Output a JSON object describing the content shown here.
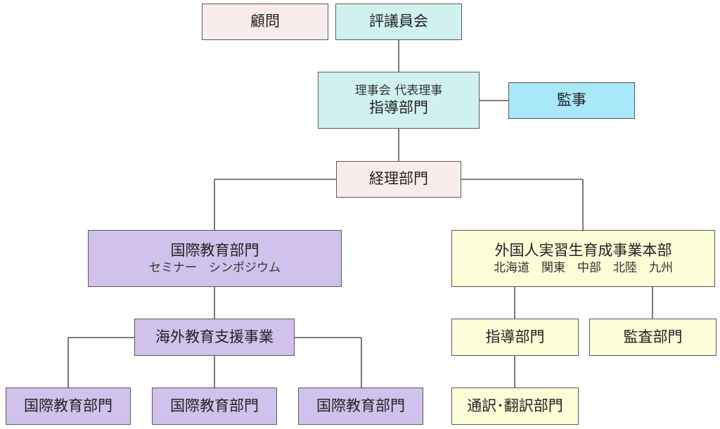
{
  "colors": {
    "pink": "#f9ecec",
    "teal": "#d1f1f1",
    "cyan": "#a8e8f8",
    "purple": "#d0c2ec",
    "cream": "#fdfdd8",
    "line": "#333333"
  },
  "nodes": {
    "advisor": "顧問",
    "council": "評議員会",
    "board_sub": "理事会 代表理事",
    "board_main": "指導部門",
    "auditor": "監事",
    "accounting": "経理部門",
    "intl_edu": "国際教育部門",
    "intl_edu_sub": "セミナー　シンポジウム",
    "foreign_trainee": "外国人実習生育成事業本部",
    "foreign_trainee_sub": "北海道　関東　中部　北陸　九州",
    "overseas_support": "海外教育支援事業",
    "intl_edu_1": "国際教育部門",
    "intl_edu_2": "国際教育部門",
    "intl_edu_3": "国際教育部門",
    "guidance": "指導部門",
    "inspection": "監査部門",
    "translation": "通訳･翻訳部門"
  }
}
